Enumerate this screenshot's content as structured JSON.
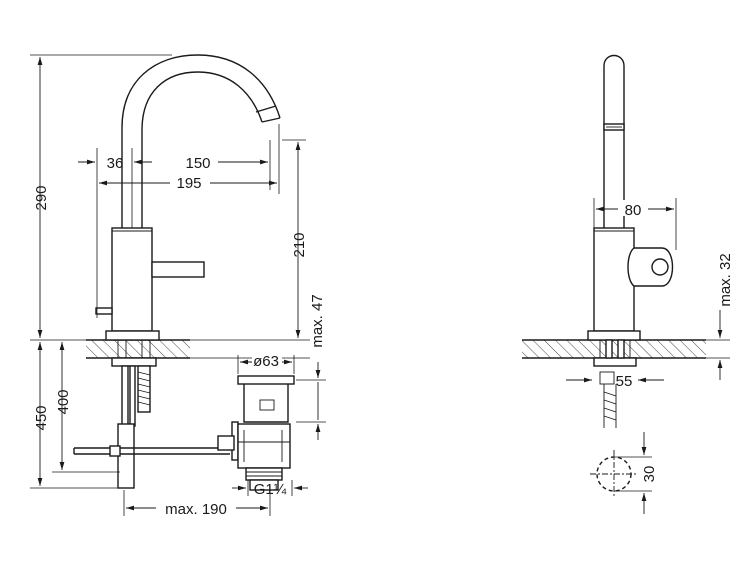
{
  "dimensions": {
    "height_total": "290",
    "offset_36": "36",
    "reach_150": "150",
    "reach_195": "195",
    "spout_height": "210",
    "max_47": "max. 47",
    "depth_450": "450",
    "depth_400": "400",
    "waste_dia": "ø63",
    "thread": "G1¼",
    "max_190": "max. 190",
    "body_80": "80",
    "max_32": "max. 32",
    "square_55": "55",
    "hole_30": "30"
  }
}
